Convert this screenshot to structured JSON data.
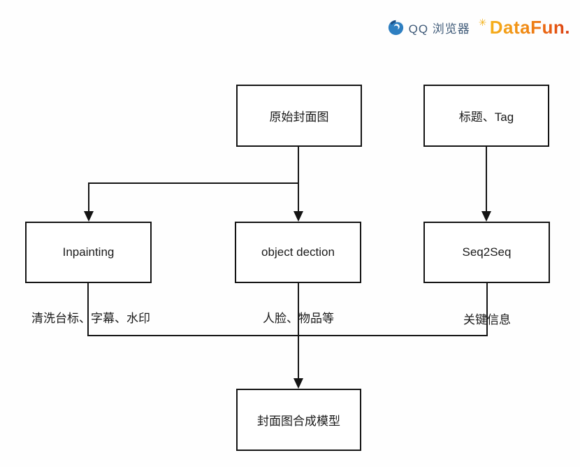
{
  "header": {
    "qq_browser_label": "QQ 浏览器",
    "datafun_label": "DataFun.",
    "sparkle_glyph": "✳",
    "colors": {
      "qq_blue": "#2e7fc1",
      "qq_navy": "#1b4f86",
      "qq_text": "#3f5a78",
      "datafun_orange": "#f08a14",
      "datafun_red": "#d63d15"
    }
  },
  "diagram": {
    "nodes": [
      {
        "id": "original-cover",
        "label": "原始封面图"
      },
      {
        "id": "title-tag",
        "label": "标题、Tag"
      },
      {
        "id": "inpainting",
        "label": "Inpainting"
      },
      {
        "id": "object-detection",
        "label": "object dection"
      },
      {
        "id": "seq2seq",
        "label": "Seq2Seq"
      },
      {
        "id": "cover-synthesis-model",
        "label": "封面图合成模型"
      }
    ],
    "annotations": [
      {
        "id": "inpainting-note",
        "label": "清洗台标、字幕、水印"
      },
      {
        "id": "object-detection-note",
        "label": "人脸、物品等"
      },
      {
        "id": "seq2seq-note",
        "label": "关键信息"
      }
    ]
  }
}
